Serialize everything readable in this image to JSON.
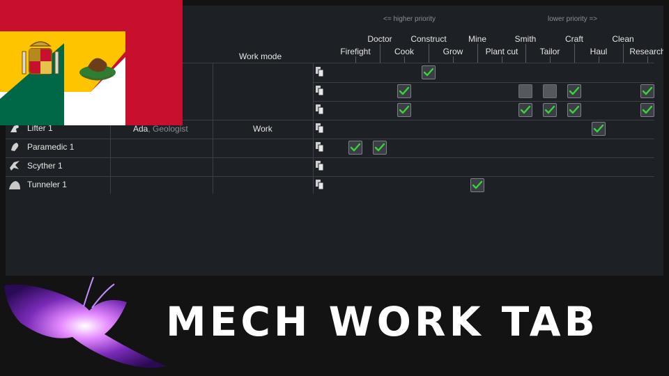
{
  "priority": {
    "higher": "<= higher priority",
    "lower": "lower priority =>"
  },
  "work_mode_header": "Work mode",
  "work_types": [
    {
      "label": "Firefight"
    },
    {
      "label": "Doctor"
    },
    {
      "label": "Cook"
    },
    {
      "label": "Construct"
    },
    {
      "label": "Grow"
    },
    {
      "label": "Mine"
    },
    {
      "label": "Plant cut"
    },
    {
      "label": "Smith"
    },
    {
      "label": "Tailor"
    },
    {
      "label": "Craft"
    },
    {
      "label": "Haul"
    },
    {
      "label": "Clean"
    },
    {
      "label": "Research"
    }
  ],
  "mechs": [
    {
      "label": "Lifter 1",
      "icon": "lifter-icon"
    },
    {
      "label": "Paramedic 1",
      "icon": "paramedic-icon"
    },
    {
      "label": "Scyther 1",
      "icon": "scyther-icon"
    },
    {
      "label": "Tunneler 1",
      "icon": "tunneler-icon"
    }
  ],
  "overlord": {
    "name": "Ada",
    "separator": ", ",
    "role": "Geologist"
  },
  "work_mode_value": "Work",
  "assignments": [
    {
      "row": 0,
      "col": 3,
      "state": "checked"
    },
    {
      "row": 1,
      "col": 2,
      "state": "checked"
    },
    {
      "row": 1,
      "col": 7,
      "state": "unchecked"
    },
    {
      "row": 1,
      "col": 8,
      "state": "unchecked"
    },
    {
      "row": 1,
      "col": 9,
      "state": "checked"
    },
    {
      "row": 1,
      "col": 12,
      "state": "checked"
    },
    {
      "row": 2,
      "col": 2,
      "state": "checked"
    },
    {
      "row": 2,
      "col": 7,
      "state": "checked"
    },
    {
      "row": 2,
      "col": 8,
      "state": "checked"
    },
    {
      "row": 2,
      "col": 9,
      "state": "checked"
    },
    {
      "row": 2,
      "col": 12,
      "state": "checked"
    },
    {
      "row": 3,
      "col": 10,
      "state": "checked"
    },
    {
      "row": 4,
      "col": 0,
      "state": "checked"
    },
    {
      "row": 4,
      "col": 1,
      "state": "checked"
    },
    {
      "row": 6,
      "col": 5,
      "state": "checked"
    }
  ],
  "banner_title": "MECH WORK TAB",
  "colors": {
    "check": "#3ad43a",
    "panel": "#1d2024",
    "background": "#131313",
    "flag_red": "#c8102e",
    "flag_yellow": "#ffc400",
    "flag_green": "#006847"
  }
}
